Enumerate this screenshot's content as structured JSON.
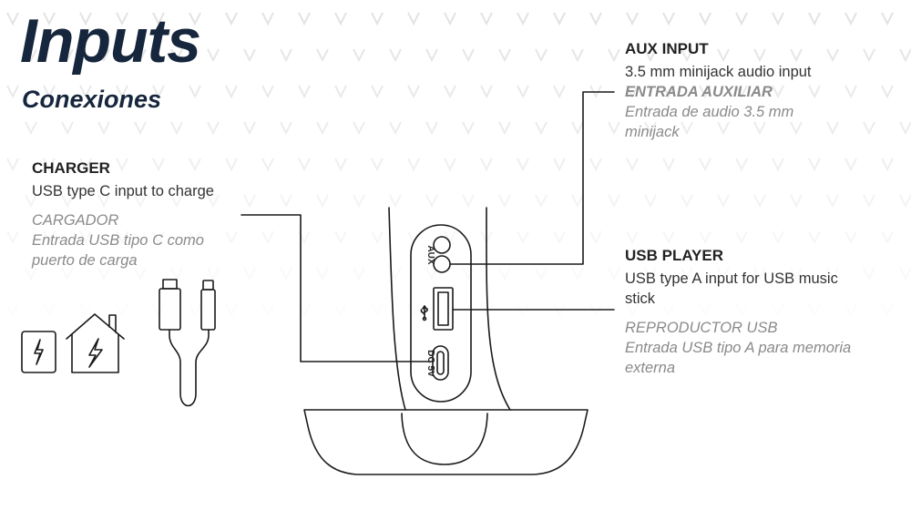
{
  "header": {
    "title": "Inputs",
    "subtitle": "Conexiones"
  },
  "charger": {
    "heading": "CHARGER",
    "english": "USB type C input to charge",
    "spanish_heading": "CARGADOR",
    "spanish_lines": [
      "Entrada USB tipo C como",
      "puerto de carga"
    ]
  },
  "aux": {
    "heading": "AUX INPUT",
    "english": "3.5 mm minijack audio input",
    "spanish_heading": "ENTRADA AUXILIAR",
    "spanish_lines": [
      "Entrada de audio 3.5 mm",
      "minijack"
    ]
  },
  "usb": {
    "heading": "USB PLAYER",
    "english_lines": [
      "USB type A input for USB music",
      "stick"
    ],
    "spanish_heading": "REPRODUCTOR USB",
    "spanish_lines": [
      "Entrada USB tipo A para memoria",
      "externa"
    ]
  },
  "panel_labels": {
    "aux": "AUX",
    "dc": "DC 5V"
  },
  "colors": {
    "title": "#16263d",
    "line": "#1a1a1a",
    "muted": "#8a8a8a",
    "pattern": "#e3e3e3"
  },
  "icons": [
    "usb-cable-icon",
    "phone-charge-icon",
    "house-power-icon",
    "usb-symbol-icon"
  ]
}
